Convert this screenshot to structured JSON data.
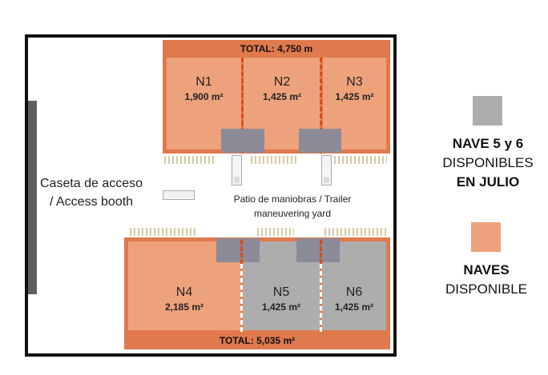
{
  "colors": {
    "available": "#eea27b",
    "available_frame": "#e0794c",
    "unavailable": "#aeadae",
    "divider": "#e04a14"
  },
  "top_block": {
    "total": "TOTAL: 4,750 m",
    "bays": [
      {
        "name": "N1",
        "area": "1,900 m²"
      },
      {
        "name": "N2",
        "area": "1,425 m²"
      },
      {
        "name": "N3",
        "area": "1,425 m²"
      }
    ]
  },
  "bottom_block": {
    "total": "TOTAL: 5,035 m²",
    "bays": [
      {
        "name": "N4",
        "area": "2,185 m²"
      },
      {
        "name": "N5",
        "area": "1,425 m²"
      },
      {
        "name": "N6",
        "area": "1,425 m²"
      }
    ]
  },
  "labels": {
    "access_line1": "Caseta de acceso",
    "access_line2": "/ Access booth",
    "yard_line1": "Patio de maniobras  / Trailer",
    "yard_line2": "maneuvering yard"
  },
  "legend": {
    "gray_line1": "NAVE 5 y 6",
    "gray_line2": "DISPONIBLES",
    "gray_line3": "EN JULIO",
    "orange_line1": "NAVES",
    "orange_line2": "DISPONIBLE"
  }
}
